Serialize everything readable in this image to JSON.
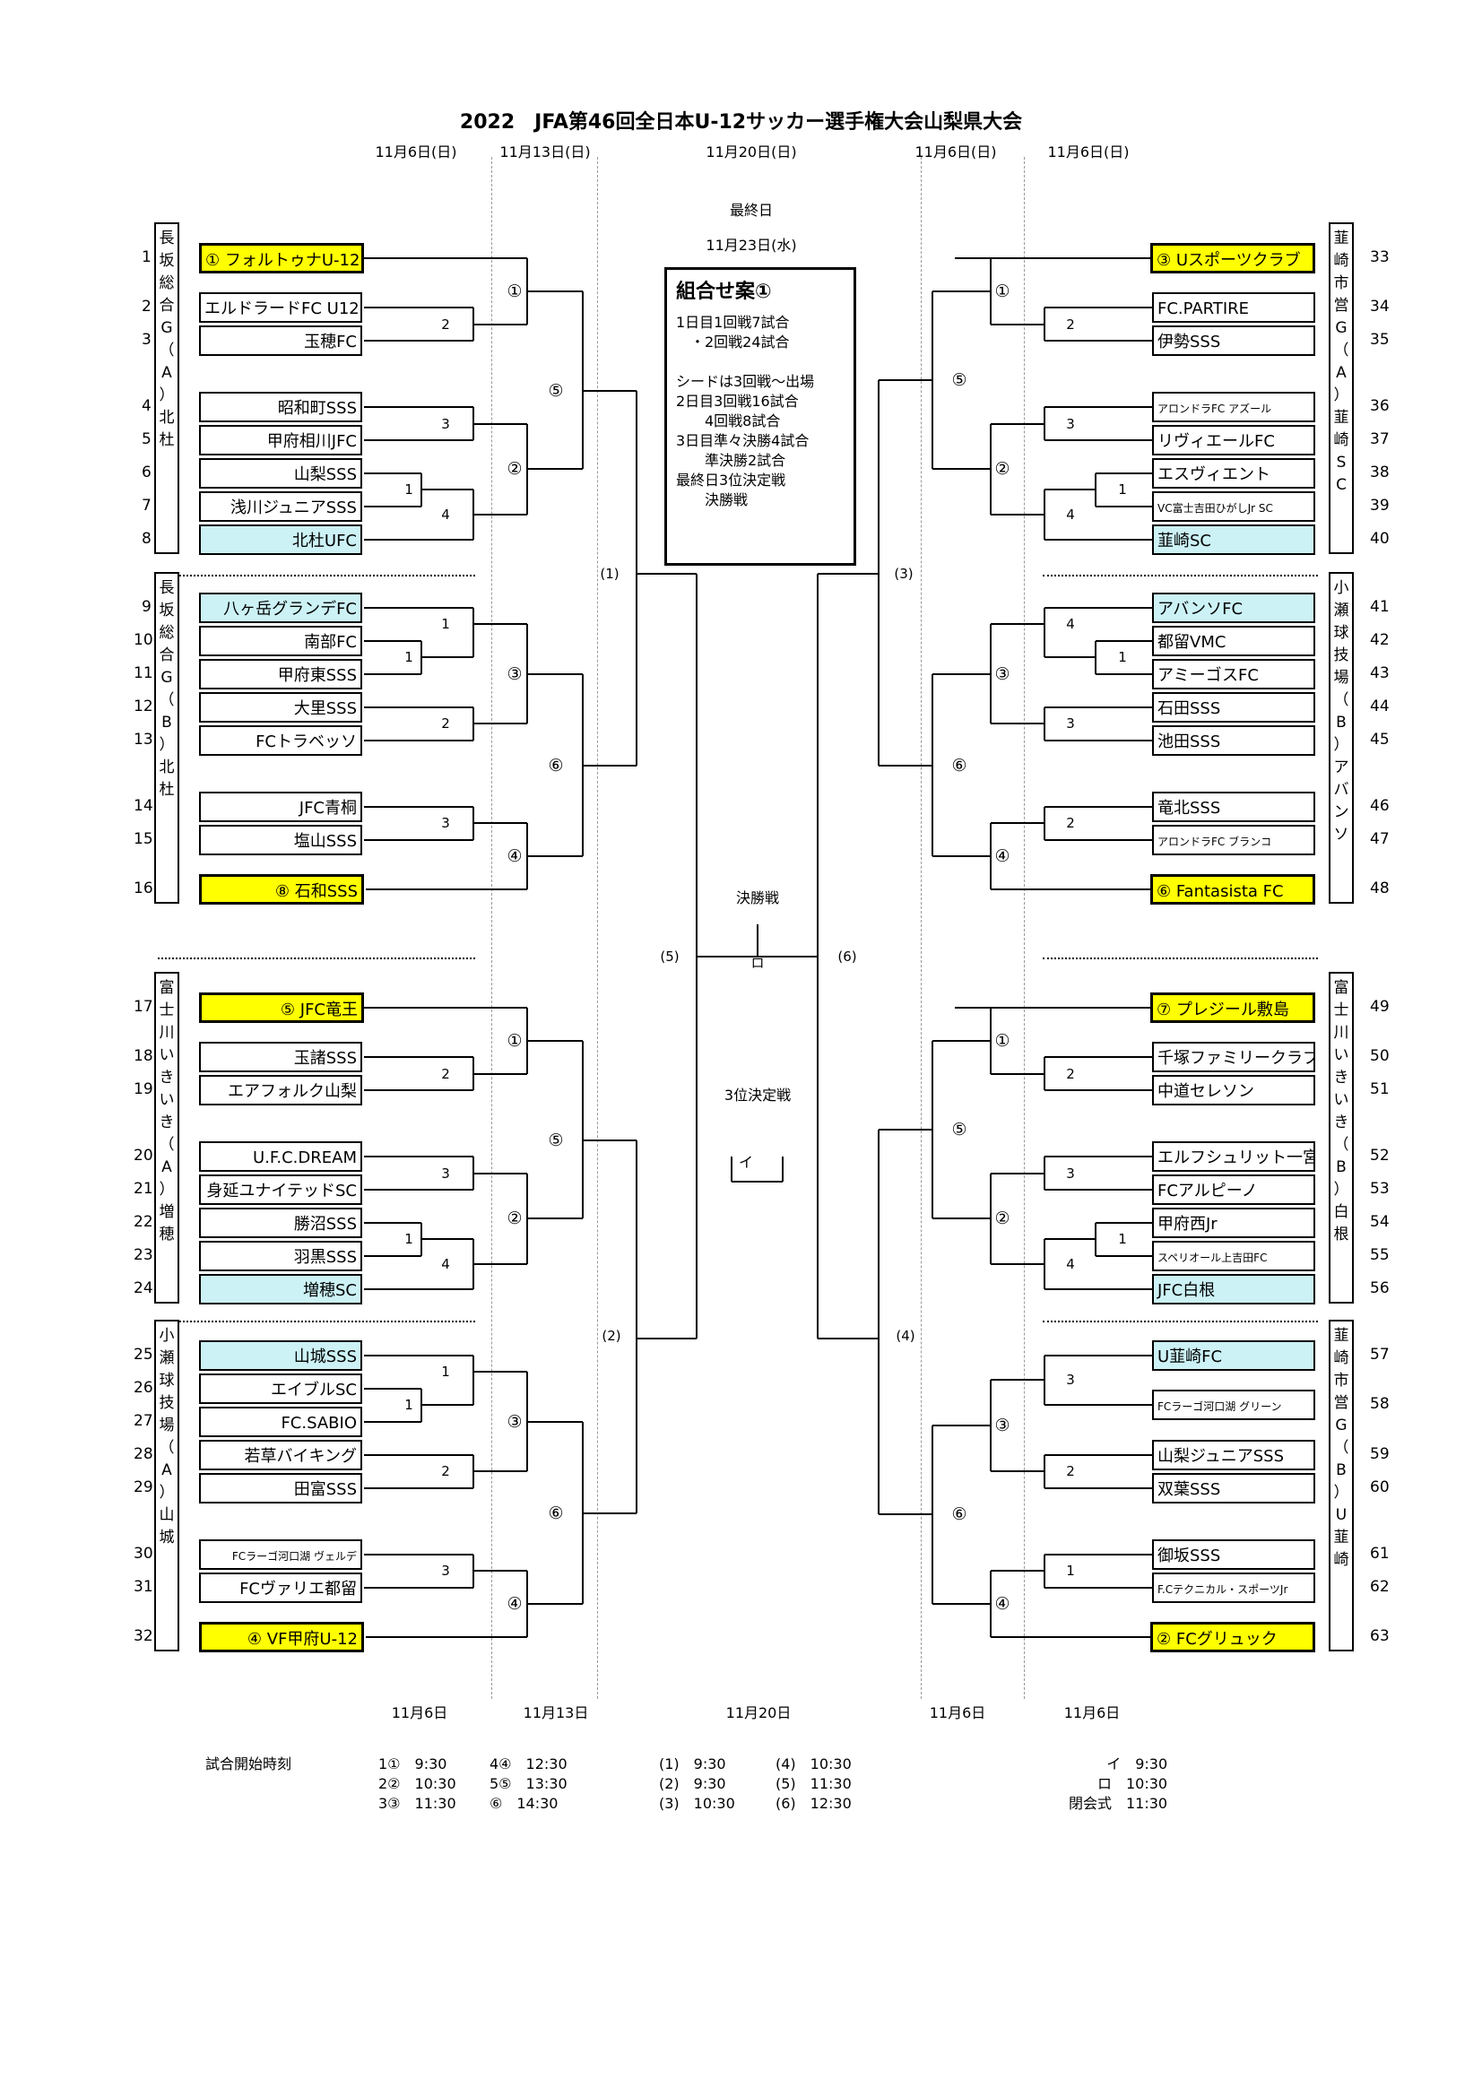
{
  "title": "2022　JFA第46回全日本U-12サッカー選手権大会山梨県大会",
  "dates_top": [
    "11月6日(日)",
    "11月13日(日)",
    "11月20日(日)",
    "11月6日(日)",
    "11月6日(日)"
  ],
  "dates_bottom": [
    "11月6日",
    "11月13日",
    "11月20日",
    "11月6日",
    "11月6日"
  ],
  "final_day": {
    "label": "最終日",
    "date": "11月23日(水)"
  },
  "plan_box": {
    "heading": "組合せ案①",
    "lines": [
      "1日目1回戦7試合",
      "　・2回戦24試合",
      "",
      "シードは3回戦～出場",
      "2日目3回戦16試合",
      "　　4回戦8試合",
      "3日目準々決勝4試合",
      "　　準決勝2試合",
      "最終日3位決定戦",
      "　　決勝戦"
    ]
  },
  "final_label": "決勝戦",
  "final_mark": "ロ",
  "third_place_label": "3位決定戦",
  "third_place_mark": "イ",
  "left_teams": [
    {
      "no": "1",
      "name": "① フォルトゥナU-12",
      "style": "seed"
    },
    {
      "no": "2",
      "name": "エルドラードFC U12",
      "style": ""
    },
    {
      "no": "3",
      "name": "玉穂FC",
      "style": ""
    },
    {
      "no": "4",
      "name": "昭和町SSS",
      "style": ""
    },
    {
      "no": "5",
      "name": "甲府相川JFC",
      "style": ""
    },
    {
      "no": "6",
      "name": "山梨SSS",
      "style": ""
    },
    {
      "no": "7",
      "name": "浅川ジュニアSSS",
      "style": ""
    },
    {
      "no": "8",
      "name": "北杜UFC",
      "style": "blue"
    },
    {
      "no": "9",
      "name": "八ヶ岳グランデFC",
      "style": "blue"
    },
    {
      "no": "10",
      "name": "南部FC",
      "style": ""
    },
    {
      "no": "11",
      "name": "甲府東SSS",
      "style": ""
    },
    {
      "no": "12",
      "name": "大里SSS",
      "style": ""
    },
    {
      "no": "13",
      "name": "FCトラベッソ",
      "style": ""
    },
    {
      "no": "14",
      "name": "JFC青桐",
      "style": ""
    },
    {
      "no": "15",
      "name": "塩山SSS",
      "style": ""
    },
    {
      "no": "16",
      "name": "⑧ 石和SSS",
      "style": "seed"
    },
    {
      "no": "17",
      "name": "⑤ JFC竜王",
      "style": "seed"
    },
    {
      "no": "18",
      "name": "玉諸SSS",
      "style": ""
    },
    {
      "no": "19",
      "name": "エアフォルク山梨",
      "style": ""
    },
    {
      "no": "20",
      "name": "U.F.C.DREAM",
      "style": ""
    },
    {
      "no": "21",
      "name": "身延ユナイテッドSC",
      "style": ""
    },
    {
      "no": "22",
      "name": "勝沼SSS",
      "style": ""
    },
    {
      "no": "23",
      "name": "羽黒SSS",
      "style": ""
    },
    {
      "no": "24",
      "name": "増穂SC",
      "style": "blue"
    },
    {
      "no": "25",
      "name": "山城SSS",
      "style": "blue"
    },
    {
      "no": "26",
      "name": "エイブルSC",
      "style": ""
    },
    {
      "no": "27",
      "name": "FC.SABIO",
      "style": ""
    },
    {
      "no": "28",
      "name": "若草バイキング",
      "style": ""
    },
    {
      "no": "29",
      "name": "田富SSS",
      "style": ""
    },
    {
      "no": "30",
      "name": "FCラーゴ河口湖 ヴェルデ",
      "style": "small"
    },
    {
      "no": "31",
      "name": "FCヴァリエ都留",
      "style": ""
    },
    {
      "no": "32",
      "name": "④ VF甲府U-12",
      "style": "seed"
    }
  ],
  "right_teams": [
    {
      "no": "33",
      "name": "③ Uスポーツクラブ",
      "style": "seed"
    },
    {
      "no": "34",
      "name": "FC.PARTIRE",
      "style": ""
    },
    {
      "no": "35",
      "name": "伊勢SSS",
      "style": ""
    },
    {
      "no": "36",
      "name": "アロンドラFC アズール",
      "style": "small"
    },
    {
      "no": "37",
      "name": "リヴィエールFC",
      "style": ""
    },
    {
      "no": "38",
      "name": "エスヴィエント",
      "style": ""
    },
    {
      "no": "39",
      "name": "VC富士吉田ひがしJr SC",
      "style": "small"
    },
    {
      "no": "40",
      "name": "韮崎SC",
      "style": "blue"
    },
    {
      "no": "41",
      "name": "アバンソFC",
      "style": "blue"
    },
    {
      "no": "42",
      "name": "都留VMC",
      "style": ""
    },
    {
      "no": "43",
      "name": "アミーゴスFC",
      "style": ""
    },
    {
      "no": "44",
      "name": "石田SSS",
      "style": ""
    },
    {
      "no": "45",
      "name": "池田SSS",
      "style": ""
    },
    {
      "no": "46",
      "name": "竜北SSS",
      "style": ""
    },
    {
      "no": "47",
      "name": "アロンドラFC ブランコ",
      "style": "small"
    },
    {
      "no": "48",
      "name": "⑥ Fantasista FC",
      "style": "seed"
    },
    {
      "no": "49",
      "name": "⑦ プレジール敷島",
      "style": "seed"
    },
    {
      "no": "50",
      "name": "千塚ファミリークラブ",
      "style": ""
    },
    {
      "no": "51",
      "name": "中道セレソン",
      "style": ""
    },
    {
      "no": "52",
      "name": "エルフシュリット一宮",
      "style": ""
    },
    {
      "no": "53",
      "name": "FCアルピーノ",
      "style": ""
    },
    {
      "no": "54",
      "name": "甲府西Jr",
      "style": ""
    },
    {
      "no": "55",
      "name": "スペリオール上吉田FC",
      "style": "small"
    },
    {
      "no": "56",
      "name": "JFC白根",
      "style": "blue"
    },
    {
      "no": "57",
      "name": "U韮崎FC",
      "style": "blue"
    },
    {
      "no": "58",
      "name": "FCラーゴ河口湖 グリーン",
      "style": "small"
    },
    {
      "no": "59",
      "name": "山梨ジュニアSSS",
      "style": ""
    },
    {
      "no": "60",
      "name": "双葉SSS",
      "style": ""
    },
    {
      "no": "61",
      "name": "御坂SSS",
      "style": ""
    },
    {
      "no": "62",
      "name": "F.Cテクニカル・スポーツJr",
      "style": "small"
    },
    {
      "no": "63",
      "name": "② FCグリュック",
      "style": "seed"
    }
  ],
  "venues_left": [
    "長坂総合G（A）北杜",
    "長坂総合G（B）北杜",
    "富士川いきいき（A）増穂",
    "小瀬球技場（A）山城"
  ],
  "venues_right": [
    "韮崎市営G（A）韮崎SC",
    "小瀬球技場（B）アバンソ",
    "富士川いきいき（B）白根",
    "韮崎市営G（B）U韮崎"
  ],
  "match_labels": {
    "r1": "1",
    "r2": [
      "1",
      "2",
      "3",
      "4"
    ],
    "r3": [
      "①",
      "②",
      "③",
      "④"
    ],
    "r4": [
      "⑤",
      "⑥"
    ],
    "qf_left": [
      "(1)",
      "(2)"
    ],
    "qf_right": [
      "(3)",
      "(4)"
    ],
    "sf": [
      "(5)",
      "(6)"
    ]
  },
  "schedule": {
    "label": "試合開始時刻",
    "col1": [
      "1①　9:30",
      "2②　10:30",
      "3③　11:30"
    ],
    "col2": [
      "4④　12:30",
      "5⑤　13:30",
      "⑥　14:30"
    ],
    "col3": [
      "(1)　9:30",
      "(2)　9:30",
      "(3)　10:30"
    ],
    "col4": [
      "(4)　10:30",
      "(5)　11:30",
      "(6)　12:30"
    ],
    "col5": [
      "イ　9:30",
      "ロ　10:30",
      "閉会式　11:30"
    ]
  }
}
